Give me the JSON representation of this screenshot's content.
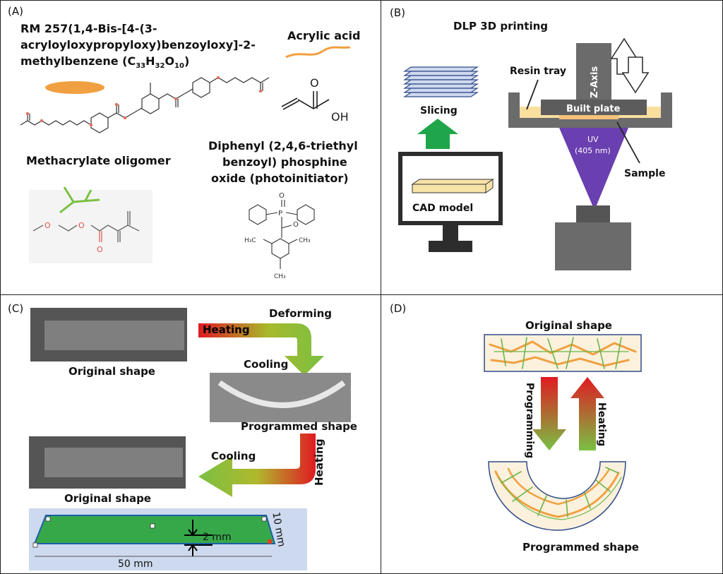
{
  "panels": {
    "a": {
      "label": "(A)",
      "rm257_line1": "RM 257(1,4-Bis-[4-(3-",
      "rm257_line2": "acryloyloxypropyloxy)benzoyloxy]-2-",
      "rm257_line3_pre": "methylbenzene (C",
      "rm257_sub1": "33",
      "rm257_h": "H",
      "rm257_sub2": "32",
      "rm257_o": "O",
      "rm257_sub3": "10",
      "rm257_close": ")",
      "acrylic_acid": "Acrylic acid",
      "acrylic_o": "O",
      "acrylic_oh": "OH",
      "methacrylate": "Methacrylate oligomer",
      "photo_line1": "Diphenyl (2,4,6-triethyl",
      "photo_line2": "benzoyl) phosphine",
      "photo_line3": "oxide (photoinitiator)",
      "ch3_a": "H₃C",
      "ch3_b": "CH₃",
      "ch3_c": "CH₃"
    },
    "b": {
      "label": "(B)",
      "title": "DLP 3D printing",
      "slicing": "Slicing",
      "cad_model": "CAD model",
      "resin_tray": "Resin tray",
      "z_axis": "Z-Axis",
      "built_plate": "Built plate",
      "uv": "UV",
      "uv_wavelength": "(405 nm)",
      "sample": "Sample"
    },
    "c": {
      "label": "(C)",
      "deforming": "Deforming",
      "heating_top": "Heating",
      "cooling_top": "Cooling",
      "original_shape_1": "Original shape",
      "programmed_shape": "Programmed shape",
      "cooling_bottom": "Cooling",
      "heating_side": "Heating",
      "original_shape_2": "Original shape",
      "dim_thickness": "2 mm",
      "dim_width": "10 mm",
      "dim_length": "50 mm"
    },
    "d": {
      "label": "(D)",
      "original_shape": "Original shape",
      "programming": "Programming",
      "heating": "Heating",
      "programmed_shape": "Programmed shape"
    }
  },
  "colors": {
    "orange": "#f0a040",
    "green_arrow": "#2fa84f",
    "uv_purple": "#6a3fb0",
    "resin": "#f8dfa0",
    "printer_gray": "#6b6b6b",
    "cad_bar": "#f7e3a8"
  }
}
